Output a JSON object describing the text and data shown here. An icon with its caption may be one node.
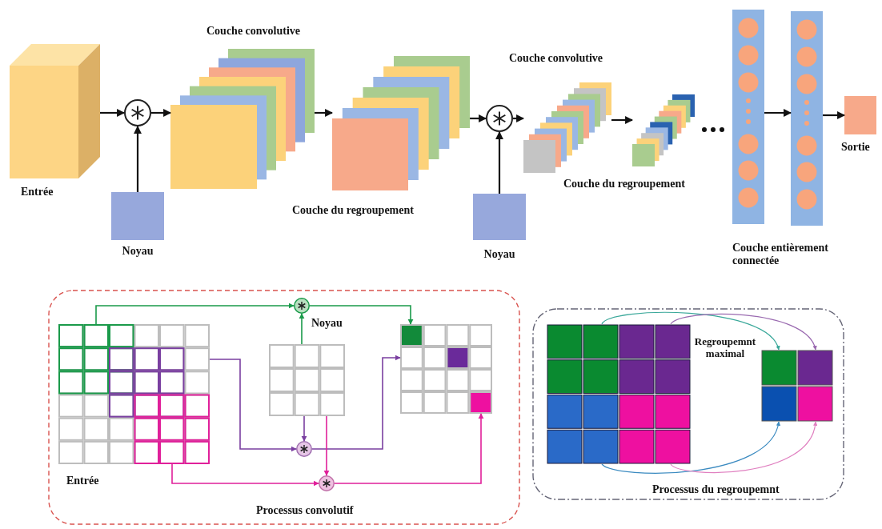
{
  "diagram": {
    "nodes": [
      {
        "text": [
          "Entrée"
        ]
      },
      {
        "text": [],
        "shape": "circle"
      },
      {
        "text": [
          "Noyau"
        ]
      },
      {
        "text": [
          "Couche convolutive"
        ]
      },
      {
        "text": [
          "Couche du regroupement"
        ]
      },
      {
        "text": [],
        "shape": "circle"
      },
      {
        "text": [
          "Noyau"
        ]
      },
      {
        "text": [
          "Couche convolutive"
        ]
      },
      {
        "text": [
          "Couche du regroupement"
        ]
      },
      {
        "text": [],
        "shape": "bar"
      },
      {
        "text": [],
        "shape": "bar"
      },
      {
        "text": [
          "Sortie"
        ]
      },
      {
        "text": [
          "Processus convolutif"
        ]
      },
      {
        "text": [
          "Entrée"
        ],
        "in": 12
      },
      {
        "text": [
          "Noyau"
        ],
        "in": 12
      },
      {
        "text": [],
        "shape": "circle",
        "in": 12
      },
      {
        "text": [],
        "shape": "circle",
        "in": 12
      },
      {
        "text": [],
        "shape": "circle",
        "in": 12
      },
      {
        "text": [],
        "shape": "box",
        "in": 12
      },
      {
        "text": [
          "Processus du regroupemnt"
        ]
      },
      {
        "text": [],
        "shape": "box",
        "in": 19
      },
      {
        "text": [],
        "shape": "box",
        "in": 19
      }
    ],
    "edges": [
      {
        "from": 0,
        "to": 1,
        "arrow": "to"
      },
      {
        "from": 2,
        "to": 1,
        "arrow": "to"
      },
      {
        "from": 1,
        "to": 3,
        "arrow": "to"
      },
      {
        "from": 3,
        "to": 4,
        "arrow": "to"
      },
      {
        "from": 4,
        "to": 5,
        "arrow": "to"
      },
      {
        "from": 6,
        "to": 5,
        "arrow": "to"
      },
      {
        "from": 5,
        "to": 7,
        "arrow": "to"
      },
      {
        "from": 7,
        "to": 8,
        "arrow": "to"
      },
      {
        "from": 9,
        "to": 10,
        "arrow": "to"
      },
      {
        "from": 10,
        "to": 11,
        "arrow": "to"
      },
      {
        "from": 13,
        "to": 15,
        "arrow": "to",
        "color": "#1a9a4a"
      },
      {
        "from": 14,
        "to": 15,
        "arrow": "to",
        "color": "#1a9a4a"
      },
      {
        "from": 15,
        "to": 18,
        "arrow": "to",
        "color": "#1a9a4a"
      },
      {
        "from": 13,
        "to": 16,
        "arrow": "to",
        "color": "#7a3fa0"
      },
      {
        "from": 14,
        "to": 16,
        "arrow": "to",
        "color": "#7a3fa0"
      },
      {
        "from": 16,
        "to": 18,
        "arrow": "to",
        "color": "#7a3fa0"
      },
      {
        "from": 13,
        "to": 17,
        "arrow": "to",
        "color": "#e0209a"
      },
      {
        "from": 14,
        "to": 17,
        "arrow": "to",
        "color": "#e0209a"
      },
      {
        "from": 17,
        "to": 18,
        "arrow": "to",
        "color": "#e0209a"
      },
      {
        "from": 20,
        "to": 21,
        "arrow": "to",
        "color": "#3aa89a"
      },
      {
        "from": 20,
        "to": 21,
        "arrow": "to",
        "color": "#9a6ab0"
      },
      {
        "from": 20,
        "to": 21,
        "arrow": "to",
        "color": "#3a8ac0"
      },
      {
        "from": 20,
        "to": 21,
        "arrow": "to",
        "color": "#e080c0"
      }
    ],
    "labels": [
      "Couche entièrement connectée",
      "Regroupemnt maximal"
    ]
  }
}
